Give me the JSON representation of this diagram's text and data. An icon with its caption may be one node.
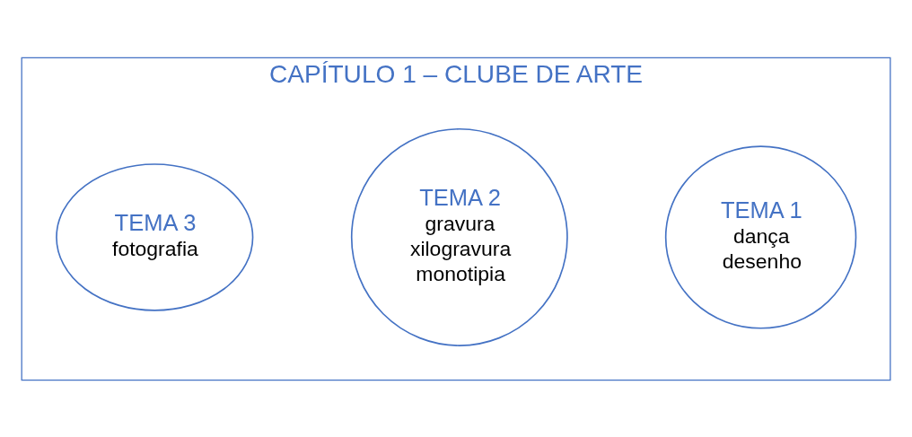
{
  "diagram": {
    "nodes": [
      {
        "text": [
          "CAPÍTULO 1 – CLUBE DE ARTE"
        ]
      },
      {
        "text": [
          "TEMA 1",
          "dança",
          "desenho"
        ],
        "in": 0
      },
      {
        "text": [
          "TEMA 2",
          "gravura",
          "xilogravura",
          "monotipia"
        ],
        "in": 0
      },
      {
        "text": [
          "TEMA 3",
          "fotografia"
        ],
        "in": 0
      }
    ],
    "edges": []
  }
}
